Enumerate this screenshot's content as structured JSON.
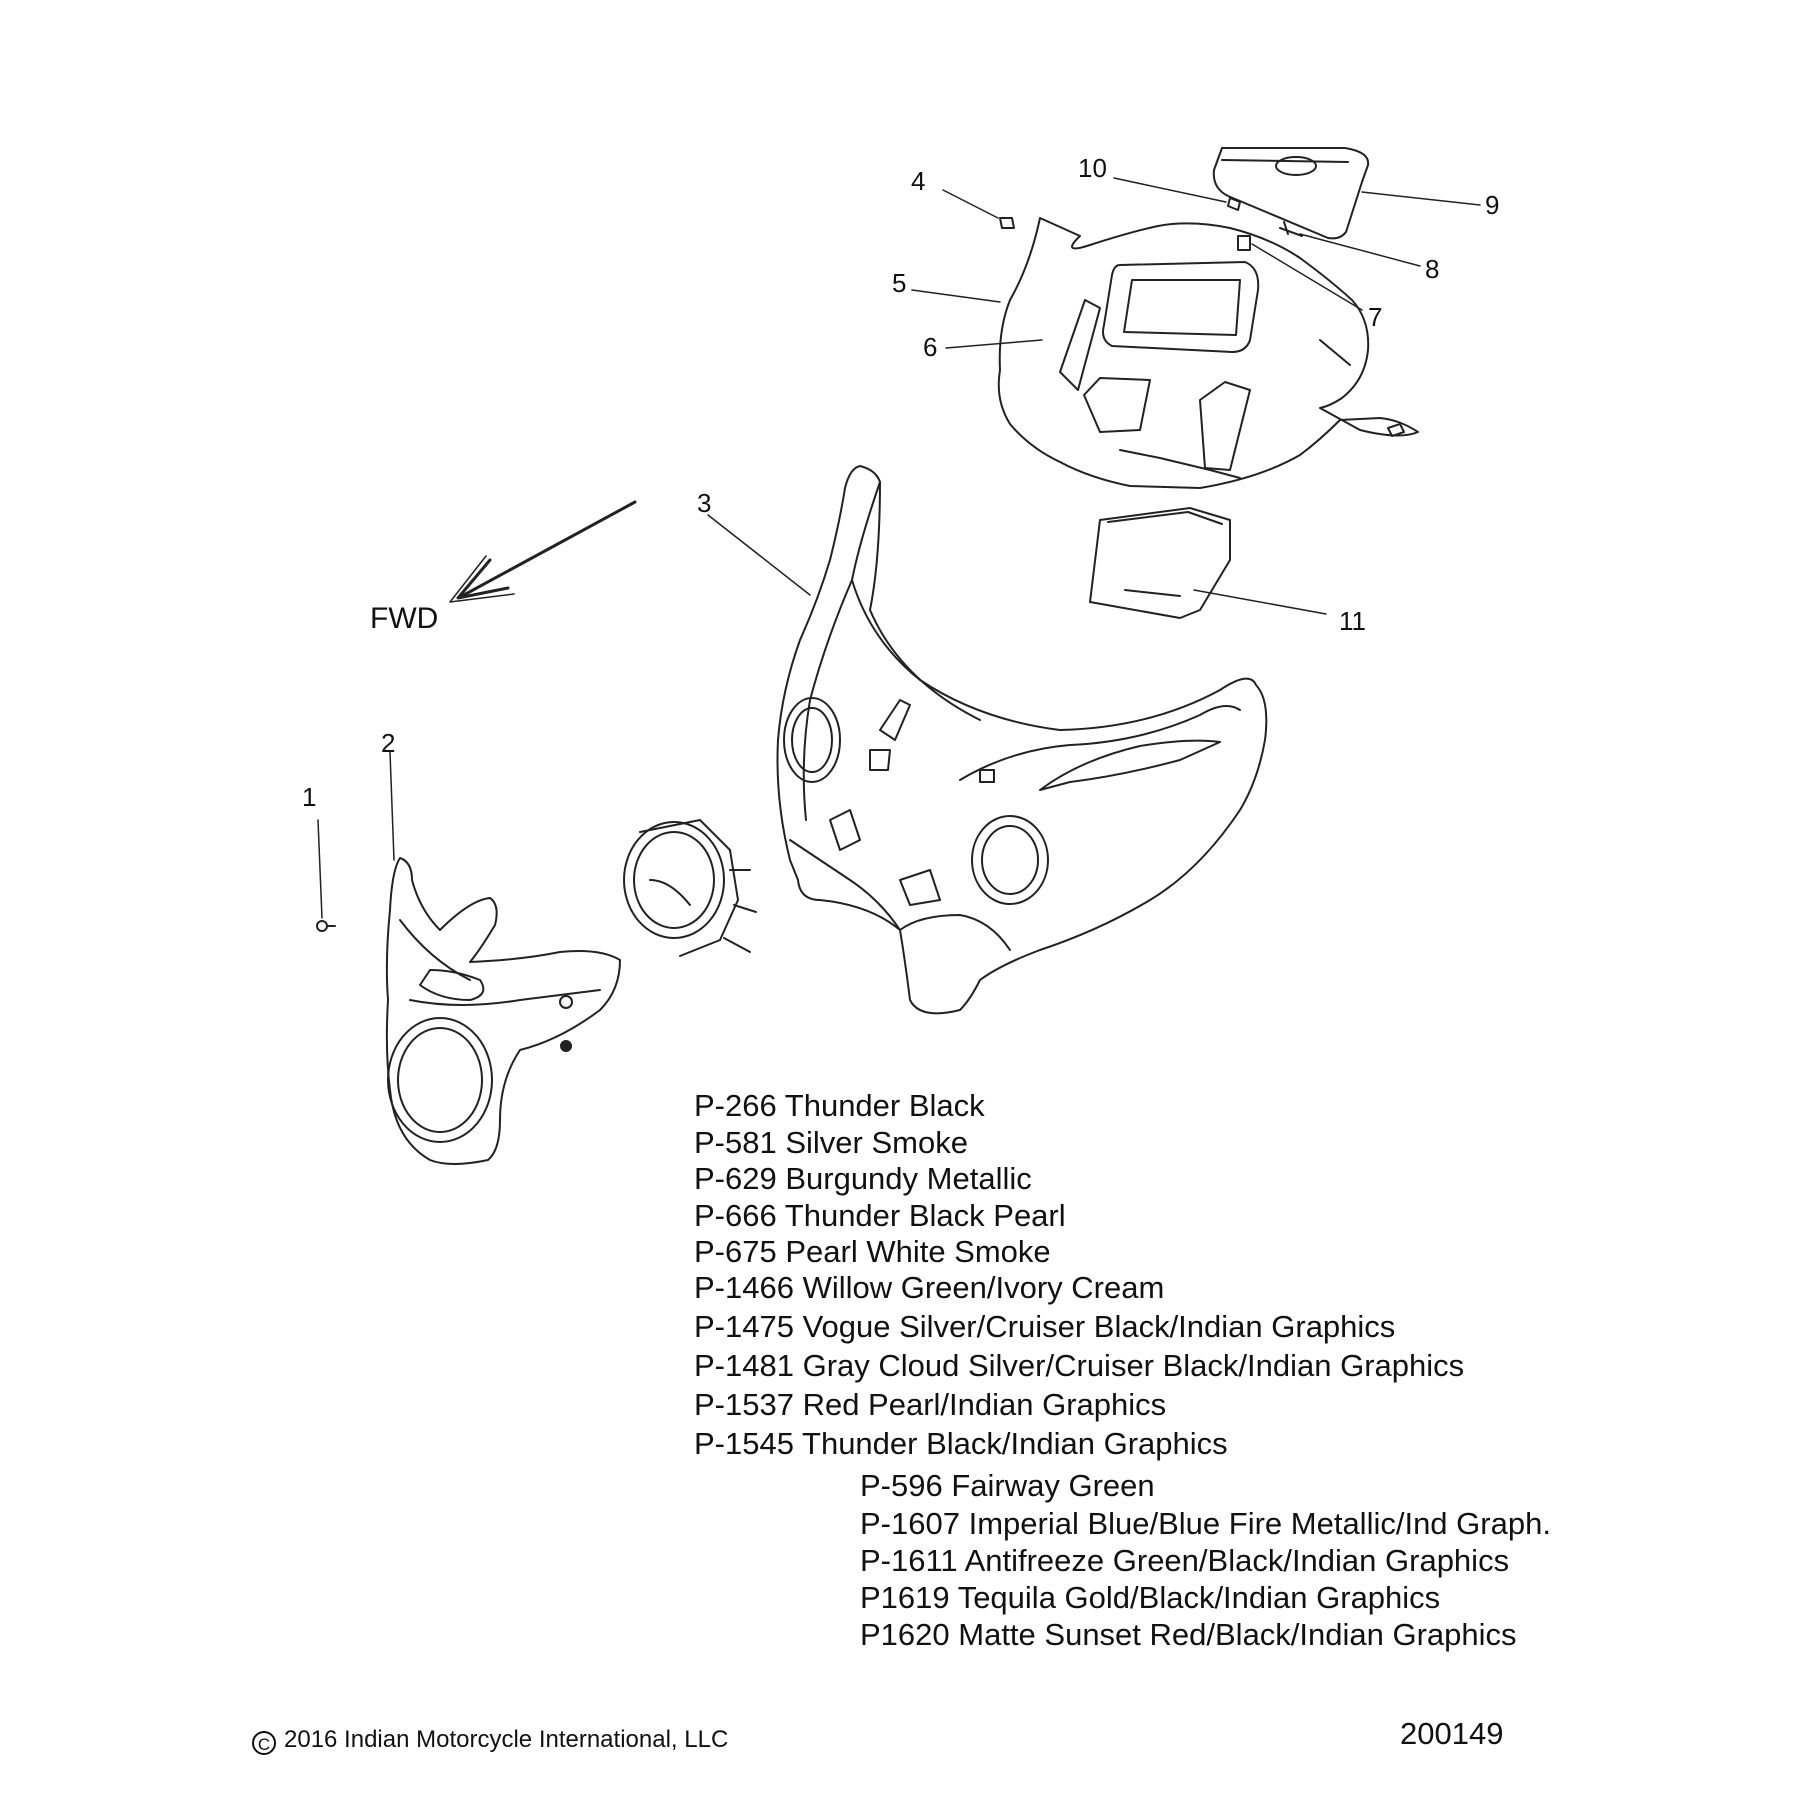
{
  "diagram": {
    "direction_label": "FWD",
    "callouts": [
      "1",
      "2",
      "3",
      "4",
      "5",
      "6",
      "7",
      "8",
      "9",
      "10",
      "11"
    ]
  },
  "paint_codes": [
    "P-266  Thunder Black",
    "P-581  Silver Smoke",
    "P-629  Burgundy Metallic",
    "P-666  Thunder Black Pearl",
    "P-675  Pearl White Smoke",
    "P-1466 Willow Green/Ivory Cream",
    "P-1475 Vogue Silver/Cruiser Black/Indian Graphics",
    "P-1481 Gray Cloud Silver/Cruiser Black/Indian Graphics",
    "P-1537 Red Pearl/Indian Graphics",
    "P-1545 Thunder Black/Indian Graphics"
  ],
  "paint_codes_additional": [
    "P-596  Fairway Green",
    "P-1607 Imperial Blue/Blue Fire Metallic/Ind Graph.",
    "P-1611 Antifreeze Green/Black/Indian Graphics",
    "P1619 Tequila Gold/Black/Indian Graphics",
    "P1620 Matte Sunset Red/Black/Indian Graphics"
  ],
  "footer": {
    "copyright_symbol": "C",
    "copyright_text": "2016 Indian Motorcycle International, LLC",
    "document_number": "200149"
  }
}
